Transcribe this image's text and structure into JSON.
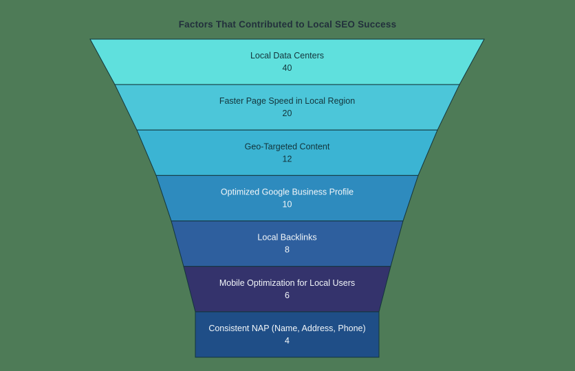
{
  "page": {
    "background_color": "#4e7b57",
    "title_color": "#22303c"
  },
  "chart_data": {
    "type": "funnel",
    "title": "Factors That Contributed to Local SEO Success",
    "orientation": "vertical",
    "legend": "none",
    "outline_color": "#13343b",
    "stages": [
      {
        "label": "Local Data Centers",
        "value": 40,
        "color": "#5fe0dd",
        "text_color": "#13343b"
      },
      {
        "label": "Faster Page Speed in Local Region",
        "value": 20,
        "color": "#4cc6d9",
        "text_color": "#13343b"
      },
      {
        "label": "Geo-Targeted Content",
        "value": 12,
        "color": "#3bb4d3",
        "text_color": "#13343b"
      },
      {
        "label": "Optimized Google Business Profile",
        "value": 10,
        "color": "#2e8bbe",
        "text_color": "#f2f6f9"
      },
      {
        "label": "Local Backlinks",
        "value": 8,
        "color": "#2e5f9e",
        "text_color": "#f2f6f9"
      },
      {
        "label": "Mobile Optimization for Local Users",
        "value": 6,
        "color": "#34336c",
        "text_color": "#f2f6f9"
      },
      {
        "label": "Consistent NAP (Name, Address, Phone)",
        "value": 4,
        "color": "#1f4e87",
        "text_color": "#f2f6f9"
      }
    ]
  }
}
